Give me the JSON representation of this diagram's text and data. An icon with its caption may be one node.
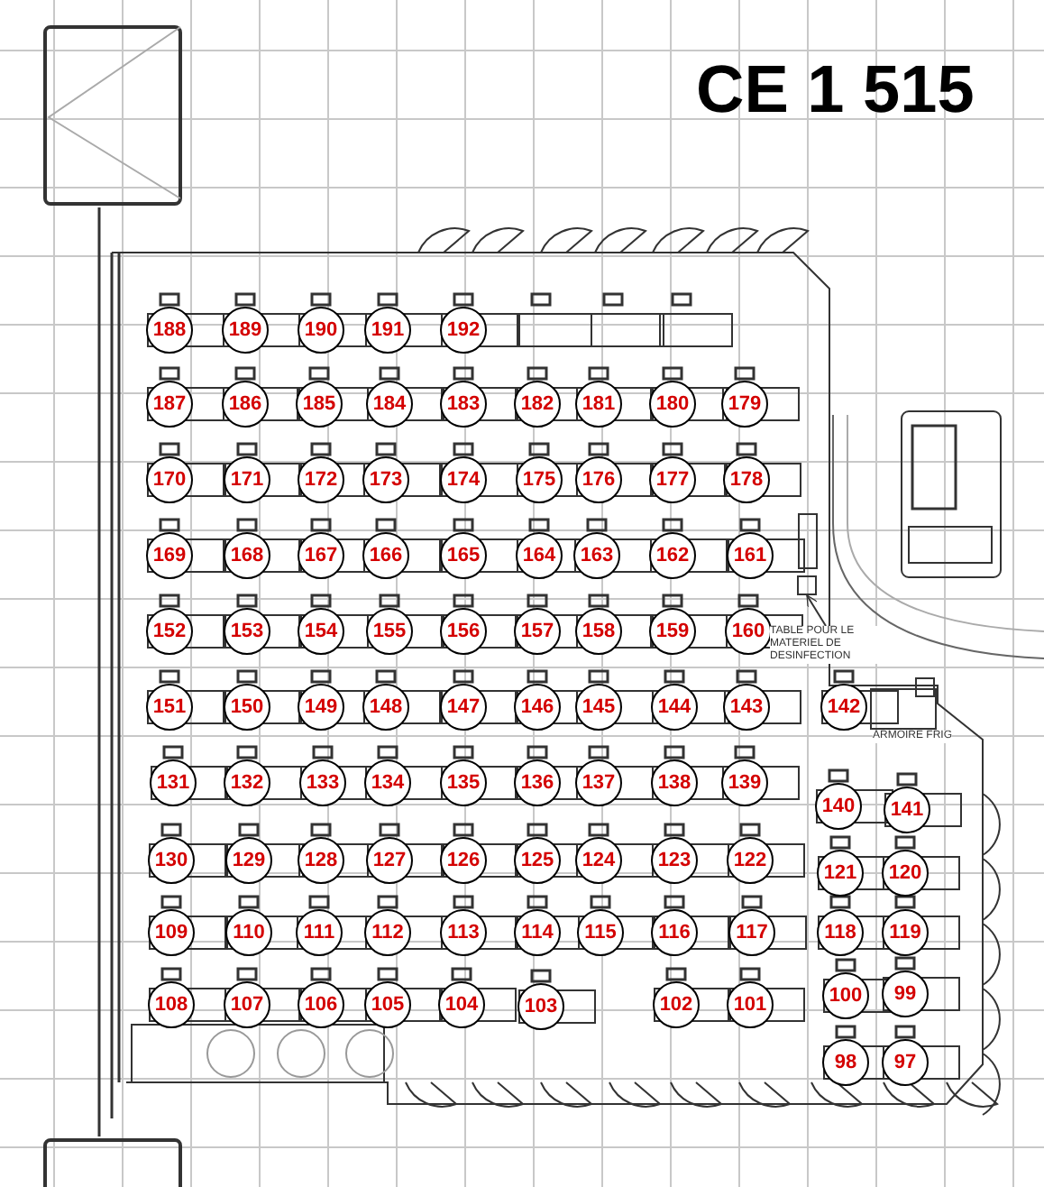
{
  "diagram": {
    "title": "CE 1 515",
    "nodes": [
      {
        "text": [
          "188"
        ]
      },
      {
        "text": [
          "189"
        ]
      },
      {
        "text": [
          "190"
        ]
      },
      {
        "text": [
          "191"
        ]
      },
      {
        "text": [
          "192"
        ]
      },
      {
        "text": [
          "187"
        ]
      },
      {
        "text": [
          "186"
        ]
      },
      {
        "text": [
          "185"
        ]
      },
      {
        "text": [
          "184"
        ]
      },
      {
        "text": [
          "183"
        ]
      },
      {
        "text": [
          "182"
        ]
      },
      {
        "text": [
          "181"
        ]
      },
      {
        "text": [
          "180"
        ]
      },
      {
        "text": [
          "179"
        ]
      },
      {
        "text": [
          "170"
        ]
      },
      {
        "text": [
          "171"
        ]
      },
      {
        "text": [
          "172"
        ]
      },
      {
        "text": [
          "173"
        ]
      },
      {
        "text": [
          "174"
        ]
      },
      {
        "text": [
          "175"
        ]
      },
      {
        "text": [
          "176"
        ]
      },
      {
        "text": [
          "177"
        ]
      },
      {
        "text": [
          "178"
        ]
      },
      {
        "text": [
          "169"
        ]
      },
      {
        "text": [
          "168"
        ]
      },
      {
        "text": [
          "167"
        ]
      },
      {
        "text": [
          "166"
        ]
      },
      {
        "text": [
          "165"
        ]
      },
      {
        "text": [
          "164"
        ]
      },
      {
        "text": [
          "163"
        ]
      },
      {
        "text": [
          "162"
        ]
      },
      {
        "text": [
          "161"
        ]
      },
      {
        "text": [
          "152"
        ]
      },
      {
        "text": [
          "153"
        ]
      },
      {
        "text": [
          "154"
        ]
      },
      {
        "text": [
          "155"
        ]
      },
      {
        "text": [
          "156"
        ]
      },
      {
        "text": [
          "157"
        ]
      },
      {
        "text": [
          "158"
        ]
      },
      {
        "text": [
          "159"
        ]
      },
      {
        "text": [
          "160"
        ]
      },
      {
        "text": [
          "151"
        ]
      },
      {
        "text": [
          "150"
        ]
      },
      {
        "text": [
          "149"
        ]
      },
      {
        "text": [
          "148"
        ]
      },
      {
        "text": [
          "147"
        ]
      },
      {
        "text": [
          "146"
        ]
      },
      {
        "text": [
          "145"
        ]
      },
      {
        "text": [
          "144"
        ]
      },
      {
        "text": [
          "143"
        ]
      },
      {
        "text": [
          "142"
        ]
      },
      {
        "text": [
          "131"
        ]
      },
      {
        "text": [
          "132"
        ]
      },
      {
        "text": [
          "133"
        ]
      },
      {
        "text": [
          "134"
        ]
      },
      {
        "text": [
          "135"
        ]
      },
      {
        "text": [
          "136"
        ]
      },
      {
        "text": [
          "137"
        ]
      },
      {
        "text": [
          "138"
        ]
      },
      {
        "text": [
          "139"
        ]
      },
      {
        "text": [
          "140"
        ]
      },
      {
        "text": [
          "141"
        ]
      },
      {
        "text": [
          "130"
        ]
      },
      {
        "text": [
          "129"
        ]
      },
      {
        "text": [
          "128"
        ]
      },
      {
        "text": [
          "127"
        ]
      },
      {
        "text": [
          "126"
        ]
      },
      {
        "text": [
          "125"
        ]
      },
      {
        "text": [
          "124"
        ]
      },
      {
        "text": [
          "123"
        ]
      },
      {
        "text": [
          "122"
        ]
      },
      {
        "text": [
          "121"
        ]
      },
      {
        "text": [
          "120"
        ]
      },
      {
        "text": [
          "109"
        ]
      },
      {
        "text": [
          "110"
        ]
      },
      {
        "text": [
          "111"
        ]
      },
      {
        "text": [
          "112"
        ]
      },
      {
        "text": [
          "113"
        ]
      },
      {
        "text": [
          "114"
        ]
      },
      {
        "text": [
          "115"
        ]
      },
      {
        "text": [
          "116"
        ]
      },
      {
        "text": [
          "117"
        ]
      },
      {
        "text": [
          "118"
        ]
      },
      {
        "text": [
          "119"
        ]
      },
      {
        "text": [
          "108"
        ]
      },
      {
        "text": [
          "107"
        ]
      },
      {
        "text": [
          "106"
        ]
      },
      {
        "text": [
          "105"
        ]
      },
      {
        "text": [
          "104"
        ]
      },
      {
        "text": [
          "103"
        ]
      },
      {
        "text": [
          "102"
        ]
      },
      {
        "text": [
          "101"
        ]
      },
      {
        "text": [
          "100"
        ]
      },
      {
        "text": [
          "99"
        ]
      },
      {
        "text": [
          "98"
        ]
      },
      {
        "text": [
          "97"
        ]
      },
      {
        "text": [
          "TABLE POUR LE MATERIEL DE DESINFECTION"
        ]
      },
      {
        "text": [],
        "shape": "box"
      }
    ],
    "edges": [
      {
        "from": 96,
        "to": 97,
        "arrow": "to"
      }
    ],
    "labels": [
      "ARMOIRE FRIG"
    ]
  }
}
